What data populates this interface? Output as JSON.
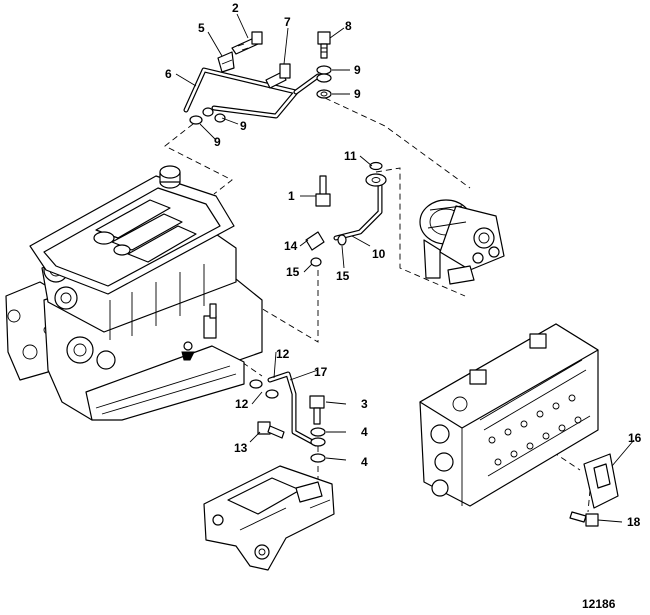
{
  "callouts": [
    {
      "id": "c2",
      "label": "2"
    },
    {
      "id": "c5",
      "label": "5"
    },
    {
      "id": "c7",
      "label": "7"
    },
    {
      "id": "c8",
      "label": "8"
    },
    {
      "id": "c6",
      "label": "6"
    },
    {
      "id": "c9a",
      "label": "9"
    },
    {
      "id": "c9b",
      "label": "9"
    },
    {
      "id": "c9c",
      "label": "9"
    },
    {
      "id": "c9d",
      "label": "9"
    },
    {
      "id": "c11",
      "label": "11"
    },
    {
      "id": "c1",
      "label": "1"
    },
    {
      "id": "c14",
      "label": "14"
    },
    {
      "id": "c15a",
      "label": "15"
    },
    {
      "id": "c15b",
      "label": "15"
    },
    {
      "id": "c10",
      "label": "10"
    },
    {
      "id": "c12a",
      "label": "12"
    },
    {
      "id": "c12b",
      "label": "12"
    },
    {
      "id": "c17",
      "label": "17"
    },
    {
      "id": "c3",
      "label": "3"
    },
    {
      "id": "c4a",
      "label": "4"
    },
    {
      "id": "c4b",
      "label": "4"
    },
    {
      "id": "c13",
      "label": "13"
    },
    {
      "id": "c16",
      "label": "16"
    },
    {
      "id": "c18",
      "label": "18"
    }
  ],
  "figure_number": "12186"
}
